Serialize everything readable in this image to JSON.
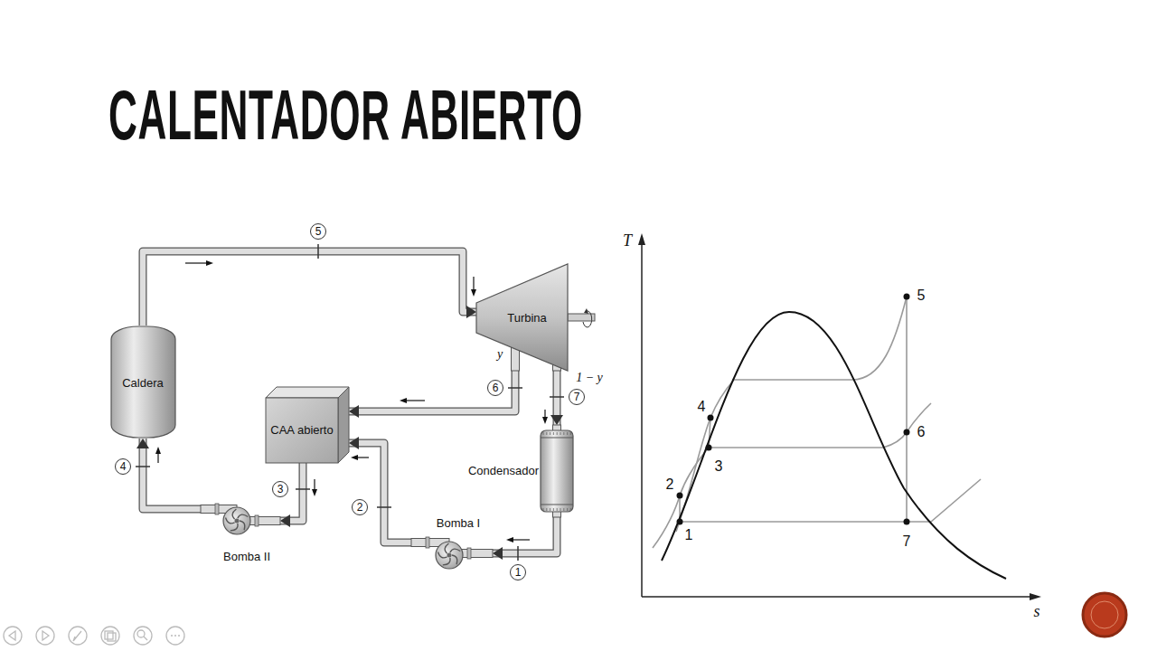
{
  "diagram": {
    "title": "CALENTADOR ABIERTO",
    "nodes": [
      {
        "text": [
          "Turbina"
        ]
      },
      {
        "text": [
          "Caldera"
        ]
      },
      {
        "text": [
          "CAA abierto"
        ]
      },
      {
        "text": [
          "Condensador"
        ]
      },
      {
        "text": [
          "Bomba II"
        ]
      },
      {
        "text": [
          "Bomba I"
        ]
      }
    ],
    "edges": [
      {
        "from": 1,
        "to": 0,
        "arrow": "to"
      },
      {
        "from": 0,
        "to": 2,
        "arrow": "to"
      },
      {
        "from": 0,
        "to": 3,
        "arrow": "to"
      },
      {
        "from": 3,
        "to": 5,
        "arrow": "to"
      },
      {
        "from": 5,
        "to": 2,
        "arrow": "to"
      },
      {
        "from": 2,
        "to": 4,
        "arrow": "to"
      },
      {
        "from": 4,
        "to": 1,
        "arrow": "to"
      }
    ],
    "labels": [
      "5",
      "6",
      "7",
      "1",
      "2",
      "3",
      "4",
      "y",
      "1 − y",
      "T",
      "s",
      "5",
      "4",
      "6",
      "2",
      "3",
      "1",
      "7"
    ]
  }
}
